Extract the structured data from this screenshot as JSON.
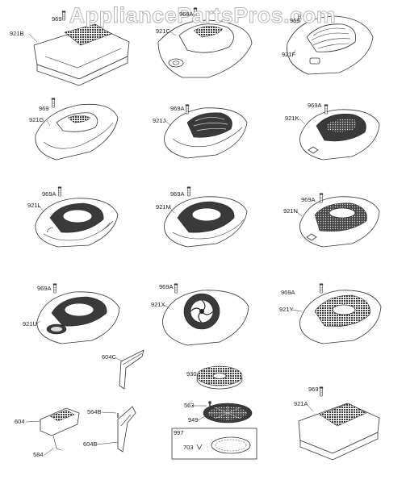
{
  "watermark": "AppliancePartsPros.com",
  "diagram_parts": {
    "p969_top": "969",
    "p921B": "921B",
    "p969A_c": "969A",
    "p921C": "921C",
    "p969_tr": "969",
    "p921F": "921F",
    "p969_g": "969",
    "p921G": "921G",
    "p969A_j": "969A",
    "p921J": "921J",
    "p969A_k": "969A",
    "p921K": "921K",
    "p969A_l": "969A",
    "p921L": "921L",
    "p969A_m": "969A",
    "p921M": "921M",
    "p969A_n": "969A",
    "p921N": "921N",
    "p969A_u": "969A",
    "p921U": "921U",
    "p969A_x": "969A",
    "p921X": "921X",
    "p969A_y": "969A",
    "p921Y": "921Y",
    "p604C": "604C",
    "p930": "930",
    "p563": "563",
    "p949": "949",
    "p997": "997",
    "p703": "703",
    "p969_a": "969",
    "p921A": "921A",
    "p604": "604",
    "p584": "584",
    "p564B": "564B",
    "p604B": "604B"
  }
}
